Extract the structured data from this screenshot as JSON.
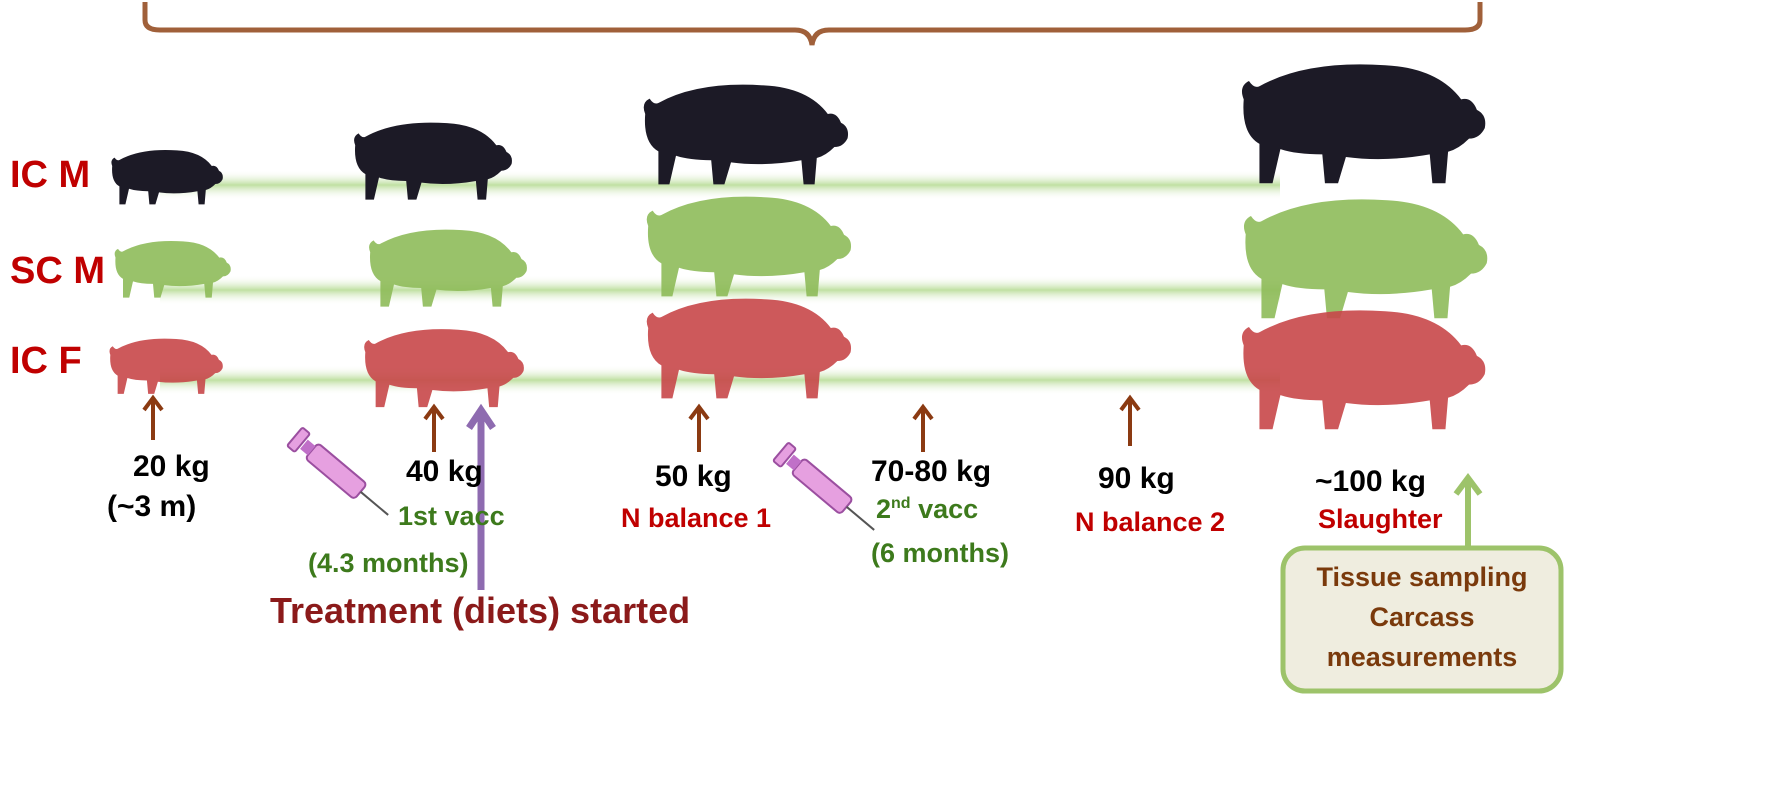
{
  "rows": [
    {
      "label": "IC M",
      "color": "#1c1a26"
    },
    {
      "label": "SC M",
      "color": "#8fbc5a"
    },
    {
      "label": "IC F",
      "color": "#c8484a"
    }
  ],
  "milestones": [
    {
      "weight": "20 kg",
      "note": "(~3 m)"
    },
    {
      "weight": "40 kg",
      "note": "1st vacc"
    },
    {
      "weight": "50 kg",
      "note": "N balance 1"
    },
    {
      "weight": "70-80 kg",
      "note_sup": "nd",
      "note_num": "2",
      "note": "vacc"
    },
    {
      "weight": "90 kg",
      "note": "N balance 2"
    },
    {
      "weight": "~100 kg",
      "note": "Slaughter"
    }
  ],
  "age_40": "(4.3 months)",
  "age_70": "(6 months)",
  "treatment": "Treatment  (diets) started",
  "sampling_box": [
    "Tissue sampling",
    "Carcass",
    "measurements"
  ],
  "colors": {
    "brace": "#a0603a",
    "arrow": "#8b3a12",
    "treatment_arrow": "#8e6bb0",
    "box_border": "#9dc36a",
    "box_fill": "#efeddf",
    "band": "#cfe8b5"
  },
  "icons": [
    "syringe-icon",
    "pig-icon"
  ]
}
